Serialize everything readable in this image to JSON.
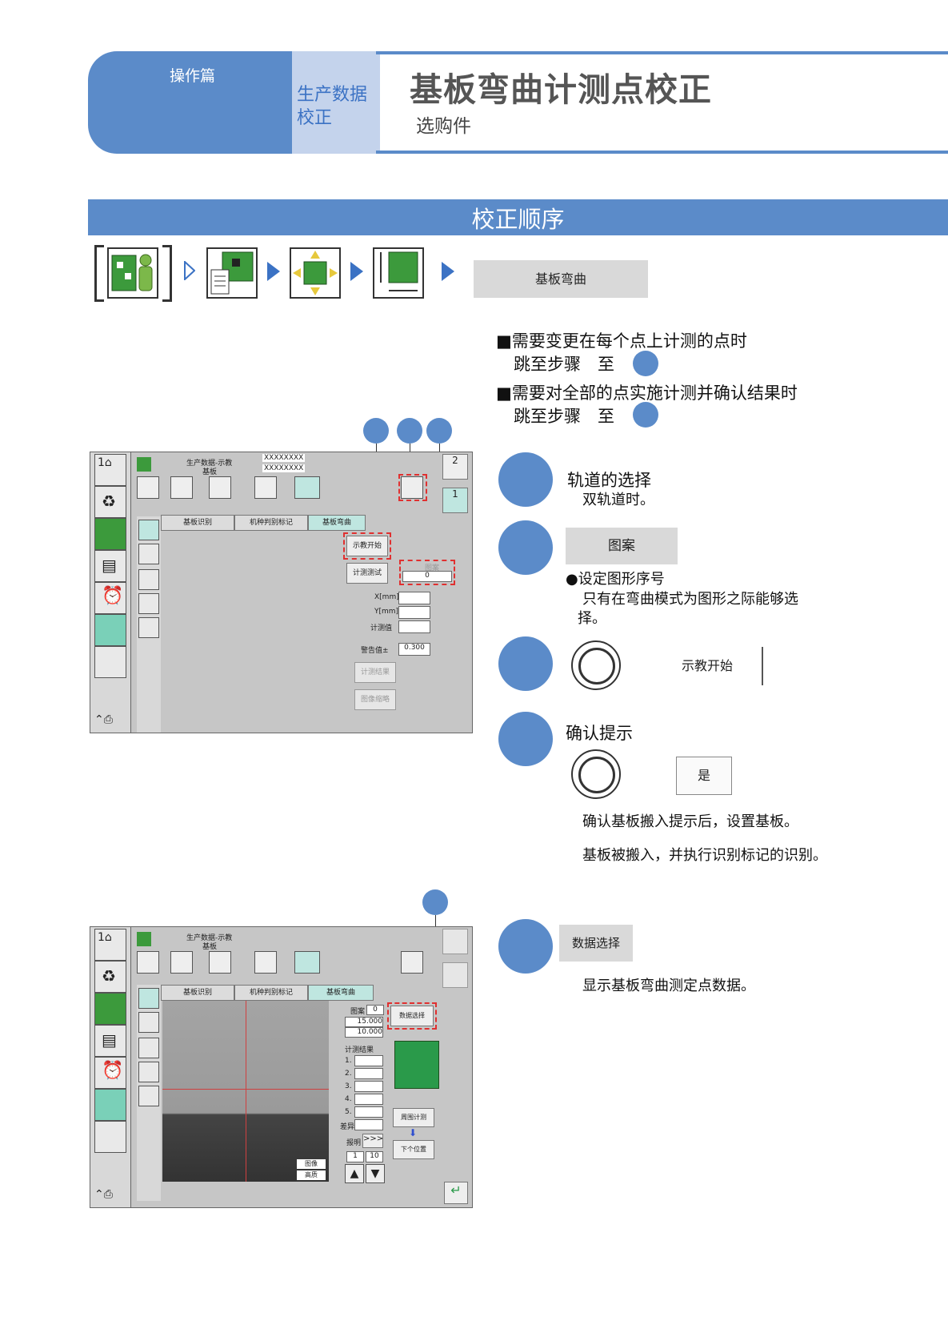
{
  "header": {
    "category": "操作篇",
    "sub_category_line1": "生产数据",
    "sub_category_line2": "校正",
    "title": "基板弯曲计测点校正",
    "option": "选购件"
  },
  "section": {
    "title": "校正顺序"
  },
  "flow": {
    "end_button": "基板弯曲"
  },
  "notes": {
    "line1": "■需要变更在每个点上计测的点时",
    "line1b": "跳至步骤　至",
    "line2": "■需要对全部的点实施计测并确认结果时",
    "line2b": "跳至步骤　至"
  },
  "steps": {
    "s1_title": "轨道的选择",
    "s1_desc": "双轨道时。",
    "s2_button": "图案",
    "s2_bullet": "●设定图形序号",
    "s2_desc1": "只有在弯曲模式为图形之际能够选",
    "s2_desc2": "择。",
    "s3_button": "示教开始",
    "s4_title": "确认提示",
    "s4_button": "是",
    "s4_desc1": "确认基板搬入提示后，设置基板。",
    "s4_desc2": "基板被搬入，并执行识别标记的识别。",
    "s5_button": "数据选择",
    "s5_desc": "显示基板弯曲测定点数据。"
  },
  "screen1": {
    "title": "生产数据-示教",
    "title2": "基板",
    "lane2": "XXXXXXXX",
    "lane1": "XXXXXXXX",
    "tbl_top": "2",
    "tbl_bot": "1",
    "tabs": [
      "基板识别",
      "机种判别标记",
      "基板弯曲"
    ],
    "teach_start": "示教开始",
    "measure_test": "计测测试",
    "pattern_label": "图案",
    "pattern_value": "0",
    "x_label": "X[mm]",
    "y_label": "Y[mm]",
    "meas_label": "计测值",
    "warn_label": "警告值±",
    "warn_value": "0.300",
    "result_btn": "计测结果",
    "image_btn": "图像缩略"
  },
  "screen2": {
    "title": "生产数据-示教",
    "title2": "基板",
    "tabs": [
      "基板识别",
      "机种判别标记",
      "基板弯曲"
    ],
    "data_select": "数据选择",
    "pattern_label": "图案",
    "pattern_value": "0",
    "x_value": "15.000",
    "y_value": "10.000",
    "result_label": "计测结果",
    "rows": [
      "1.",
      "2.",
      "3.",
      "4.",
      "5."
    ],
    "diff_label": "差异",
    "page_label": "报明",
    "page_cur": "1",
    "page_max": "10",
    "around_btn": "周围计测",
    "next_btn": "下个位置",
    "img_btn1": "图像",
    "img_btn2": "高质"
  },
  "colors": {
    "accent": "#5b8bc9",
    "light": "#c4d3ec",
    "dash": "#e03030"
  }
}
